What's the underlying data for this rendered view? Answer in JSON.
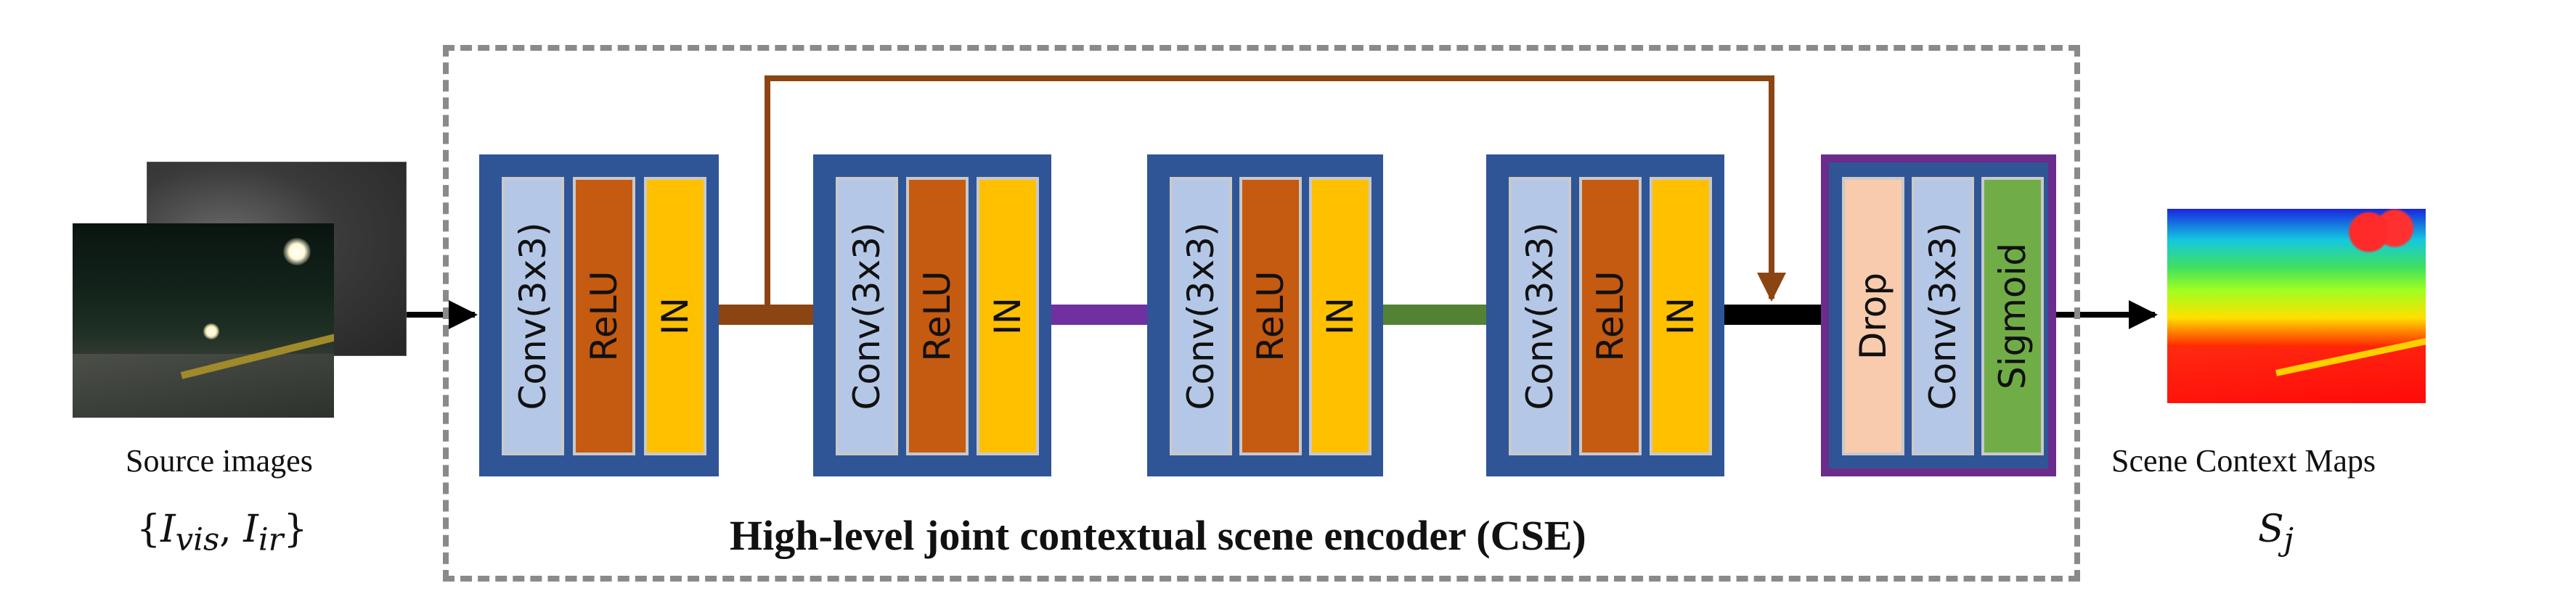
{
  "title": "High-level joint contextual scene encoder (CSE)",
  "input": {
    "caption": "Source images",
    "math_open": "{",
    "math_I1": "I",
    "math_sub1": "vis",
    "math_sep": ", ",
    "math_I2": "I",
    "math_sub2": "ir",
    "math_close": "}"
  },
  "output": {
    "caption": "Scene Context Maps",
    "math_S": "S",
    "math_sub": "j"
  },
  "blocks": [
    {
      "layers": [
        "Conv(3x3)",
        "ReLU",
        "IN"
      ]
    },
    {
      "layers": [
        "Conv(3x3)",
        "ReLU",
        "IN"
      ]
    },
    {
      "layers": [
        "Conv(3x3)",
        "ReLU",
        "IN"
      ]
    },
    {
      "layers": [
        "Conv(3x3)",
        "ReLU",
        "IN"
      ]
    },
    {
      "layers": [
        "Drop",
        "Conv(3x3)",
        "Sigmoid"
      ]
    }
  ],
  "colors": {
    "block_border": "#2f5597",
    "final_block_border": "#6b2c8c",
    "conv": "#b4c7e7",
    "relu": "#c55a11",
    "instance_norm": "#ffc000",
    "drop": "#f8cbad",
    "sigmoid": "#70ad47",
    "skip_connection": "#8b4513",
    "link_1": "#8b4513",
    "link_2": "#7030a0",
    "link_3": "#548235",
    "link_4": "#000000",
    "frame": "#8a8a8a"
  }
}
